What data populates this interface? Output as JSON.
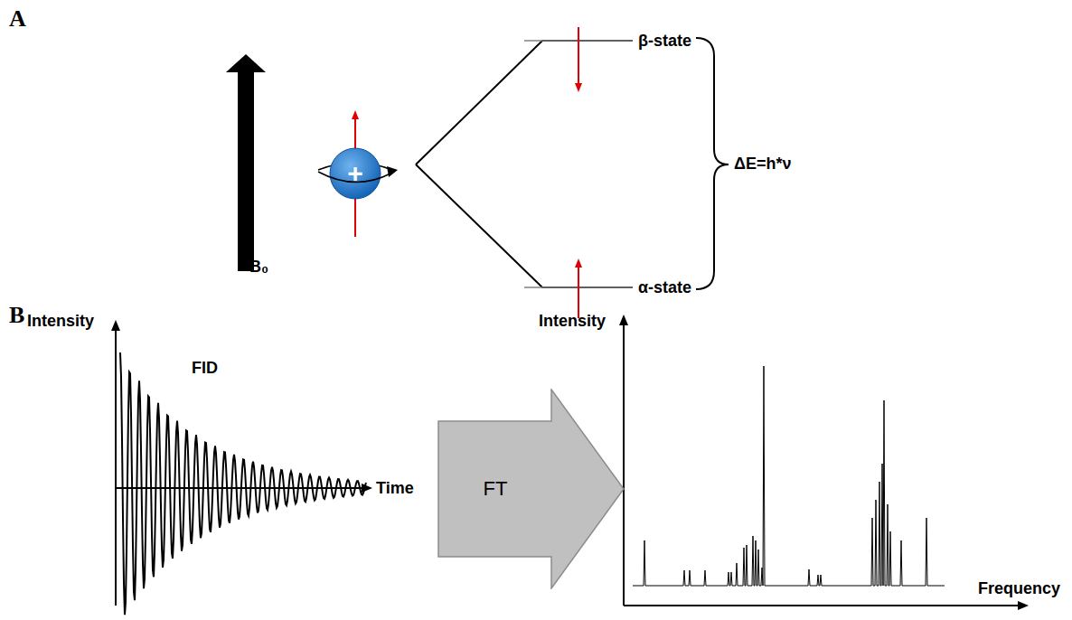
{
  "diagram": {
    "nodes": [
      {
        "text": [
          "+"
        ]
      },
      {
        "text": [
          "FT"
        ]
      }
    ],
    "labels": [
      "A",
      "B₀",
      "β-state",
      "α-state",
      "ΔE=h*ν",
      "B",
      "Intensity",
      "FID",
      "Time",
      "Intensity",
      "Frequency"
    ]
  }
}
